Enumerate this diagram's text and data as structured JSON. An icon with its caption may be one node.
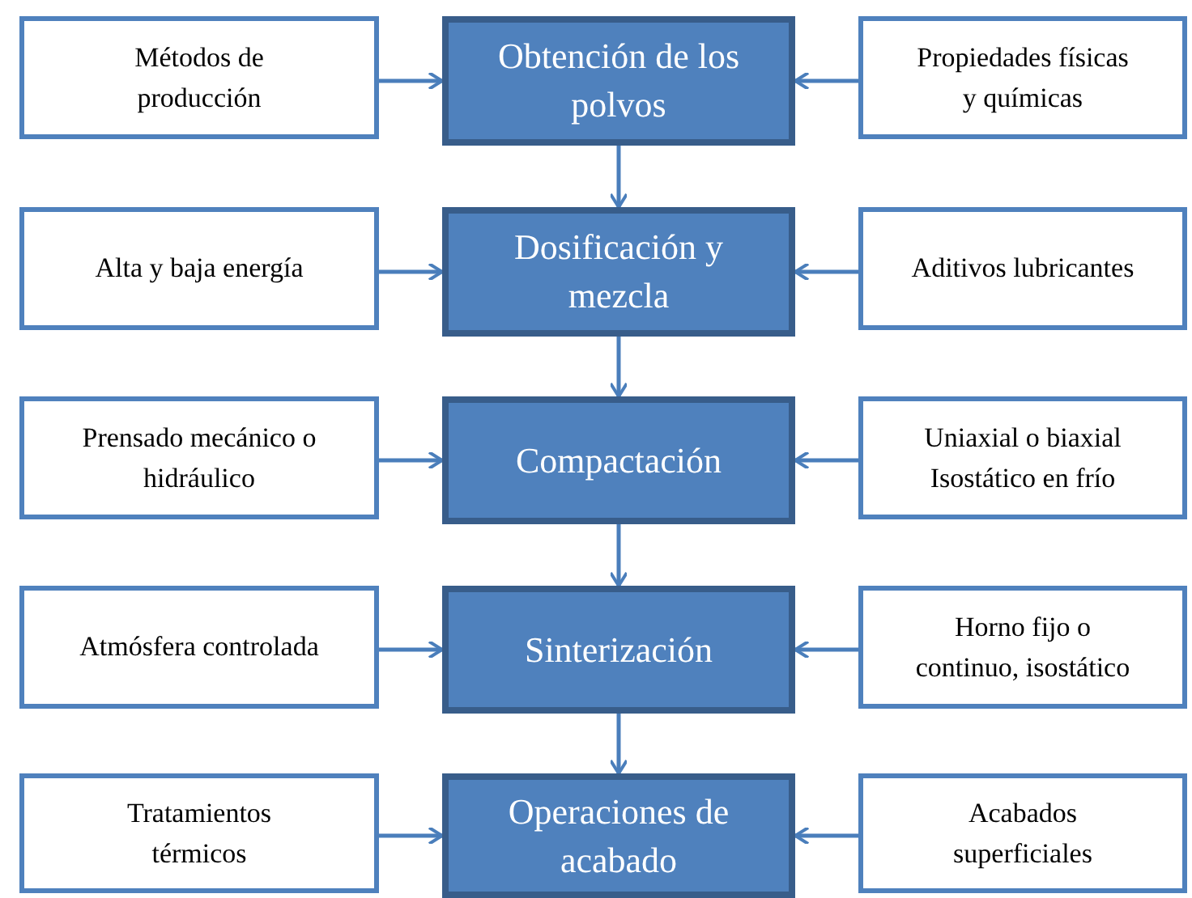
{
  "diagram": {
    "nodes": [
      {
        "text": [
          "Métodos de producción"
        ]
      },
      {
        "text": [
          "Obtención de los polvos"
        ]
      },
      {
        "text": [
          "Propiedades físicas y químicas"
        ]
      },
      {
        "text": [
          "Alta y baja energía"
        ]
      },
      {
        "text": [
          "Dosificación y mezcla"
        ]
      },
      {
        "text": [
          "Aditivos lubricantes"
        ]
      },
      {
        "text": [
          "Prensado mecánico o hidráulico"
        ]
      },
      {
        "text": [
          "Compactación"
        ]
      },
      {
        "text": [
          "Uniaxial o biaxial Isostático en frío"
        ]
      },
      {
        "text": [
          "Atmósfera controlada"
        ]
      },
      {
        "text": [
          "Sinterización"
        ]
      },
      {
        "text": [
          "Horno fijo o continuo, isostático"
        ]
      },
      {
        "text": [
          "Tratamientos térmicos"
        ]
      },
      {
        "text": [
          "Operaciones de acabado"
        ]
      },
      {
        "text": [
          "Acabados superficiales"
        ]
      }
    ],
    "edges": [
      {
        "from": 0,
        "to": 1,
        "arrow": "to"
      },
      {
        "from": 2,
        "to": 1,
        "arrow": "to"
      },
      {
        "from": 1,
        "to": 4,
        "arrow": "to"
      },
      {
        "from": 3,
        "to": 4,
        "arrow": "to"
      },
      {
        "from": 5,
        "to": 4,
        "arrow": "to"
      },
      {
        "from": 4,
        "to": 7,
        "arrow": "to"
      },
      {
        "from": 6,
        "to": 7,
        "arrow": "to"
      },
      {
        "from": 8,
        "to": 7,
        "arrow": "to"
      },
      {
        "from": 7,
        "to": 10,
        "arrow": "to"
      },
      {
        "from": 9,
        "to": 10,
        "arrow": "to"
      },
      {
        "from": 11,
        "to": 10,
        "arrow": "to"
      },
      {
        "from": 10,
        "to": 13,
        "arrow": "to"
      },
      {
        "from": 12,
        "to": 13,
        "arrow": "to"
      },
      {
        "from": 14,
        "to": 13,
        "arrow": "to"
      }
    ]
  }
}
